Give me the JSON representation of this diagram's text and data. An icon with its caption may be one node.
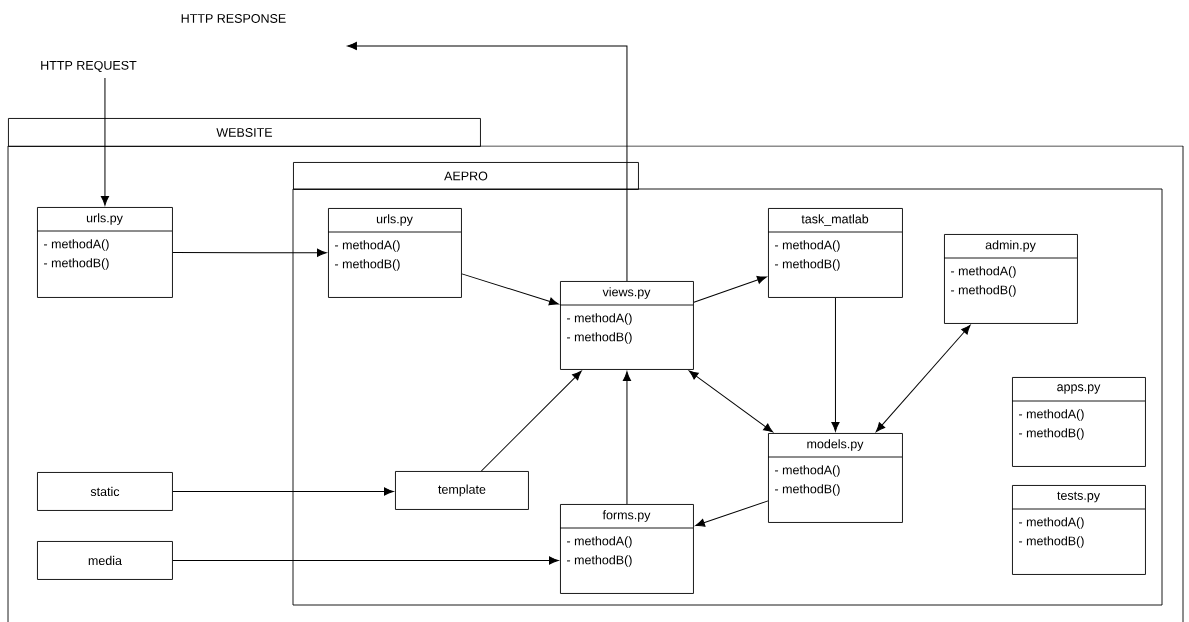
{
  "diagram": {
    "nodes": [
      {
        "text": [
          "WEBSITE"
        ]
      },
      {
        "text": [
          "urls.py",
          "- methodA()",
          "- methodB()"
        ],
        "in": 0
      },
      {
        "text": [
          "static"
        ],
        "in": 0
      },
      {
        "text": [
          "media"
        ],
        "in": 0
      },
      {
        "text": [
          "AEPRO"
        ],
        "in": 0
      },
      {
        "text": [
          "urls.py",
          "- methodA()",
          "- methodB()"
        ],
        "in": 4
      },
      {
        "text": [
          "views.py",
          "- methodA()",
          "- methodB()"
        ],
        "in": 4
      },
      {
        "text": [
          "task_matlab",
          "- methodA()",
          "- methodB()"
        ],
        "in": 4
      },
      {
        "text": [
          "admin.py",
          "- methodA()",
          "- methodB()"
        ],
        "in": 4
      },
      {
        "text": [
          "template"
        ],
        "in": 4
      },
      {
        "text": [
          "models.py",
          "- methodA()",
          "- methodB()"
        ],
        "in": 4
      },
      {
        "text": [
          "apps.py",
          "- methodA()",
          "- methodB()"
        ],
        "in": 4
      },
      {
        "text": [
          "forms.py",
          "- methodA()",
          "- methodB()"
        ],
        "in": 4
      },
      {
        "text": [
          "tests.py",
          "- methodA()",
          "- methodB()"
        ],
        "in": 4
      },
      {
        "text": [
          "HTTP REQUEST"
        ]
      },
      {
        "text": [
          "HTTP RESPONSE"
        ]
      }
    ],
    "edges": [
      {
        "from": 14,
        "to": 1,
        "arrow": "to"
      },
      {
        "from": 1,
        "to": 5,
        "arrow": "to"
      },
      {
        "from": 5,
        "to": 6,
        "arrow": "to"
      },
      {
        "from": 6,
        "to": 7,
        "arrow": "to"
      },
      {
        "from": 7,
        "to": 10,
        "arrow": "to"
      },
      {
        "from": 10,
        "to": 8,
        "arrow": "both"
      },
      {
        "from": 6,
        "to": 10,
        "arrow": "both"
      },
      {
        "from": 9,
        "to": 6,
        "arrow": "to"
      },
      {
        "from": 12,
        "to": 6,
        "arrow": "to"
      },
      {
        "from": 10,
        "to": 12,
        "arrow": "to"
      },
      {
        "from": 2,
        "to": 9,
        "arrow": "to"
      },
      {
        "from": 3,
        "to": 12,
        "arrow": "to"
      },
      {
        "from": 6,
        "to": 15,
        "arrow": "to"
      }
    ]
  }
}
